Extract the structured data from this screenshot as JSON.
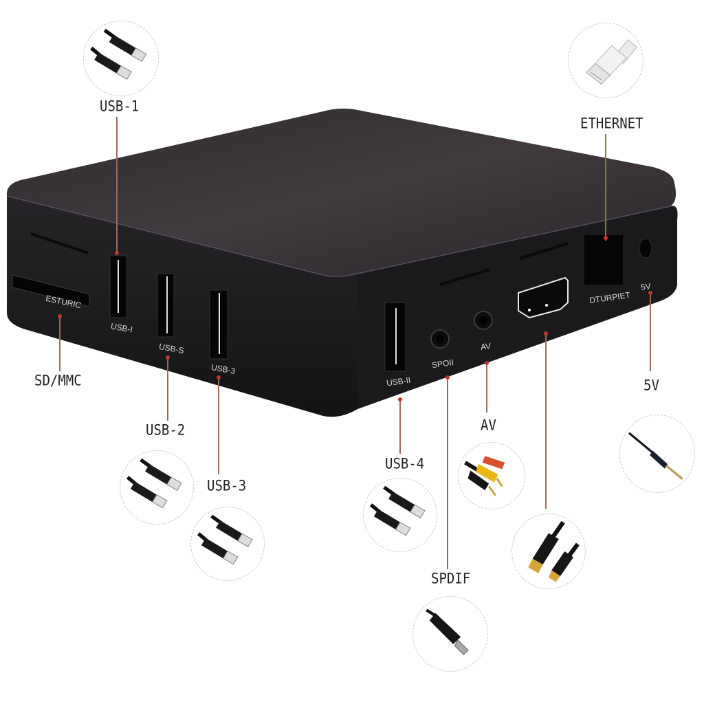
{
  "diagram": {
    "subject": "TV box rear/side port layout",
    "callouts": [
      {
        "id": "usb1",
        "label": "USB-1"
      },
      {
        "id": "sdmmc",
        "label": "SD/MMC"
      },
      {
        "id": "usb2",
        "label": "USB-2"
      },
      {
        "id": "usb3",
        "label": "USB-3"
      },
      {
        "id": "usb4",
        "label": "USB-4"
      },
      {
        "id": "spdif",
        "label": "SPDIF"
      },
      {
        "id": "av",
        "label": "AV"
      },
      {
        "id": "ethernet",
        "label": "ETHERNET"
      },
      {
        "id": "power",
        "label": "5V"
      }
    ],
    "device_port_printing": {
      "sd_slot": "ESTURIC",
      "usb1": "USB-I",
      "usb2": "USB-S",
      "usb3": "USB-3",
      "usb4": "USB-II",
      "spdif": "SPOII",
      "av": "AV",
      "ethernet": "DTURPIET",
      "power": "5V"
    },
    "connector_icons": [
      {
        "for": "usb1",
        "icon": "usb-cable-icon"
      },
      {
        "for": "usb2",
        "icon": "usb-cable-icon"
      },
      {
        "for": "usb3",
        "icon": "usb-cable-icon"
      },
      {
        "for": "usb4",
        "icon": "usb-cable-icon"
      },
      {
        "for": "av",
        "icon": "rca-cable-icon"
      },
      {
        "for": "hdmi",
        "icon": "hdmi-cable-icon"
      },
      {
        "for": "spdif",
        "icon": "spdif-cable-icon"
      },
      {
        "for": "ethernet",
        "icon": "rj45-connector-icon"
      },
      {
        "for": "power",
        "icon": "dc-power-plug-icon"
      }
    ],
    "colors": {
      "device_top": "#3a3538",
      "device_front": "#1c1b1d",
      "leader_line": "#9c6a58",
      "leader_dot": "#c0392b",
      "bubble_border": "#c8c8c8",
      "label_text": "#222222"
    }
  }
}
